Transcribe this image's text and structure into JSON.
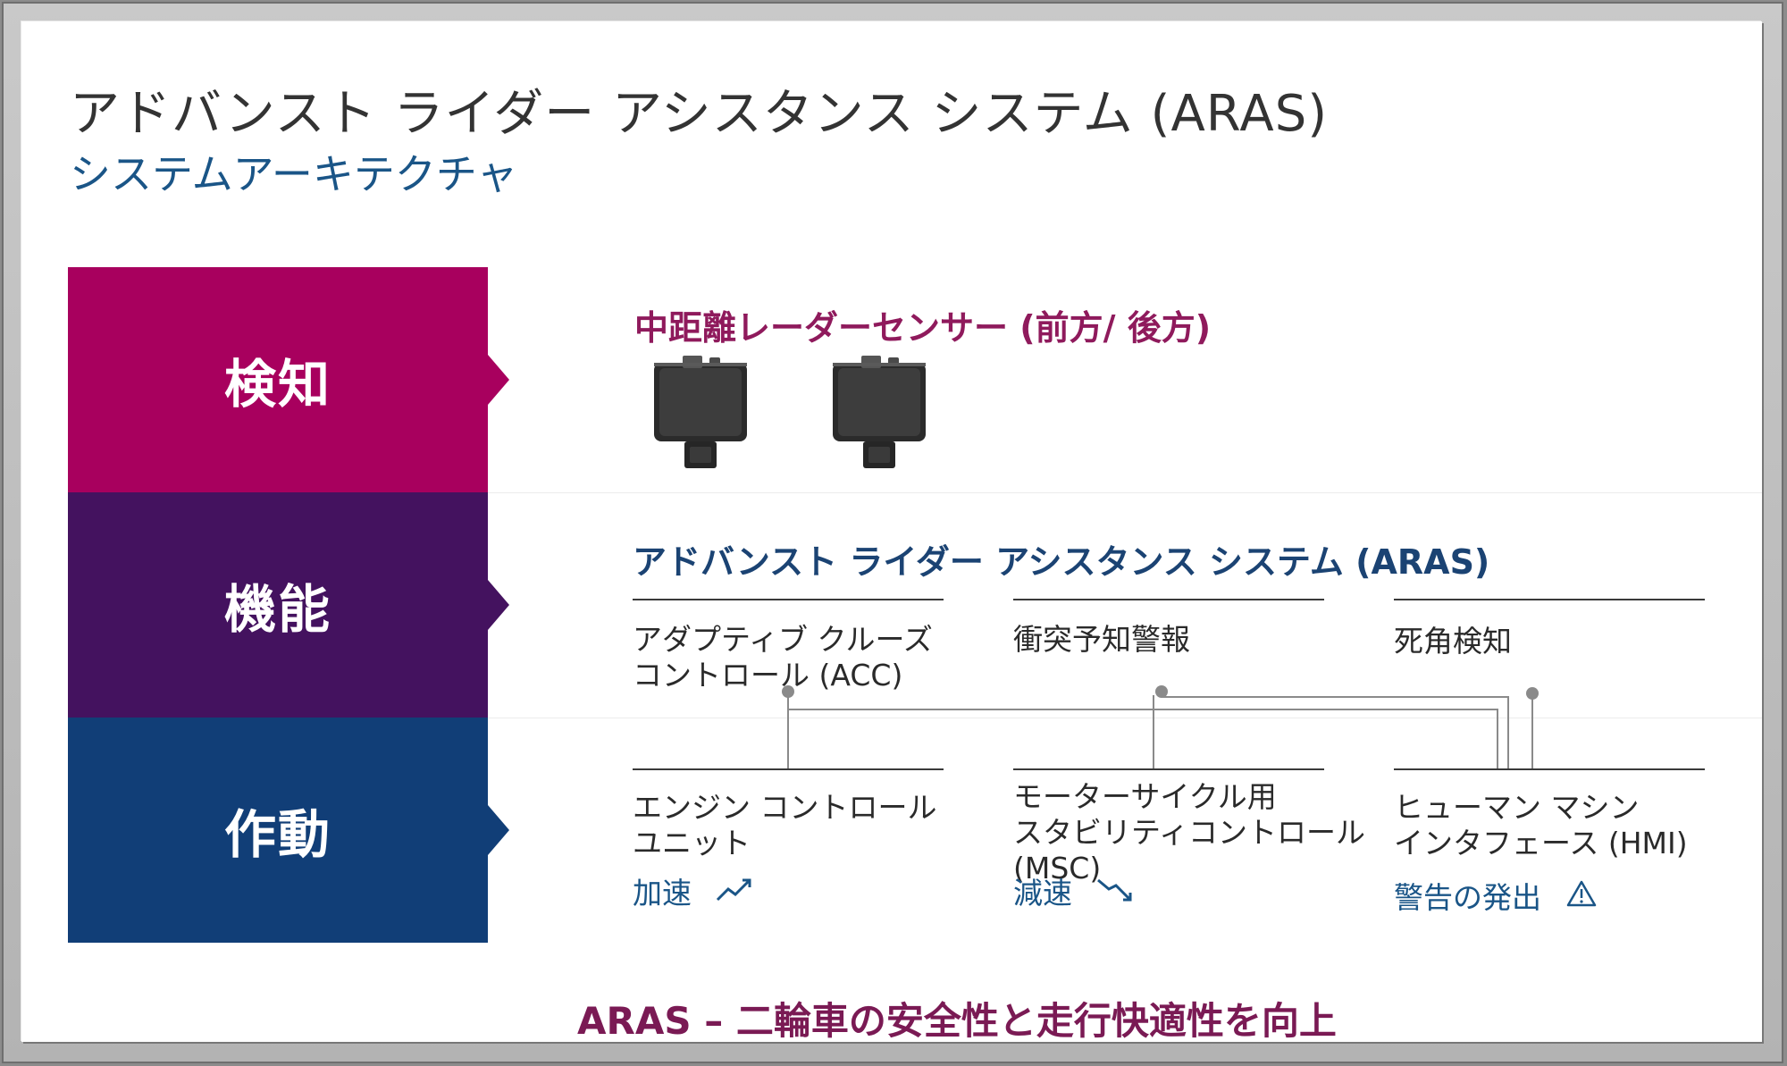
{
  "title": "アドバンスト ライダー アシスタンス システム (ARAS)",
  "subtitle": "システムアーキテクチャ",
  "bands": {
    "detect": "検知",
    "function": "機能",
    "action": "作動"
  },
  "detect": {
    "title": "中距離レーダーセンサー (前方/ 後方)"
  },
  "function": {
    "heading": "アドバンスト ライダー アシスタンス システム (ARAS)",
    "items": [
      {
        "line1": "アダプティブ クルーズ",
        "line2": "コントロール (ACC)"
      },
      {
        "line1": "衝突予知警報",
        "line2": ""
      },
      {
        "line1": "死角検知",
        "line2": ""
      }
    ]
  },
  "action": {
    "items": [
      {
        "line1": "エンジン コントロール",
        "line2": "ユニット",
        "line3": "",
        "sub": "加速",
        "icon": "trend-up-icon"
      },
      {
        "line1": "モーターサイクル用",
        "line2": "スタビリティコントロール",
        "line3": "(MSC)",
        "sub": "減速",
        "icon": "trend-down-icon"
      },
      {
        "line1": "ヒューマン マシン",
        "line2": "インタフェース (HMI)",
        "line3": "",
        "sub": "警告の発出",
        "icon": "warning-icon"
      }
    ]
  },
  "footer": "ARAS – 二輪車の安全性と走行快適性を向上",
  "colors": {
    "detect": "#a8005e",
    "function": "#44125f",
    "action": "#113e77",
    "accent_text": "#1a5587"
  }
}
